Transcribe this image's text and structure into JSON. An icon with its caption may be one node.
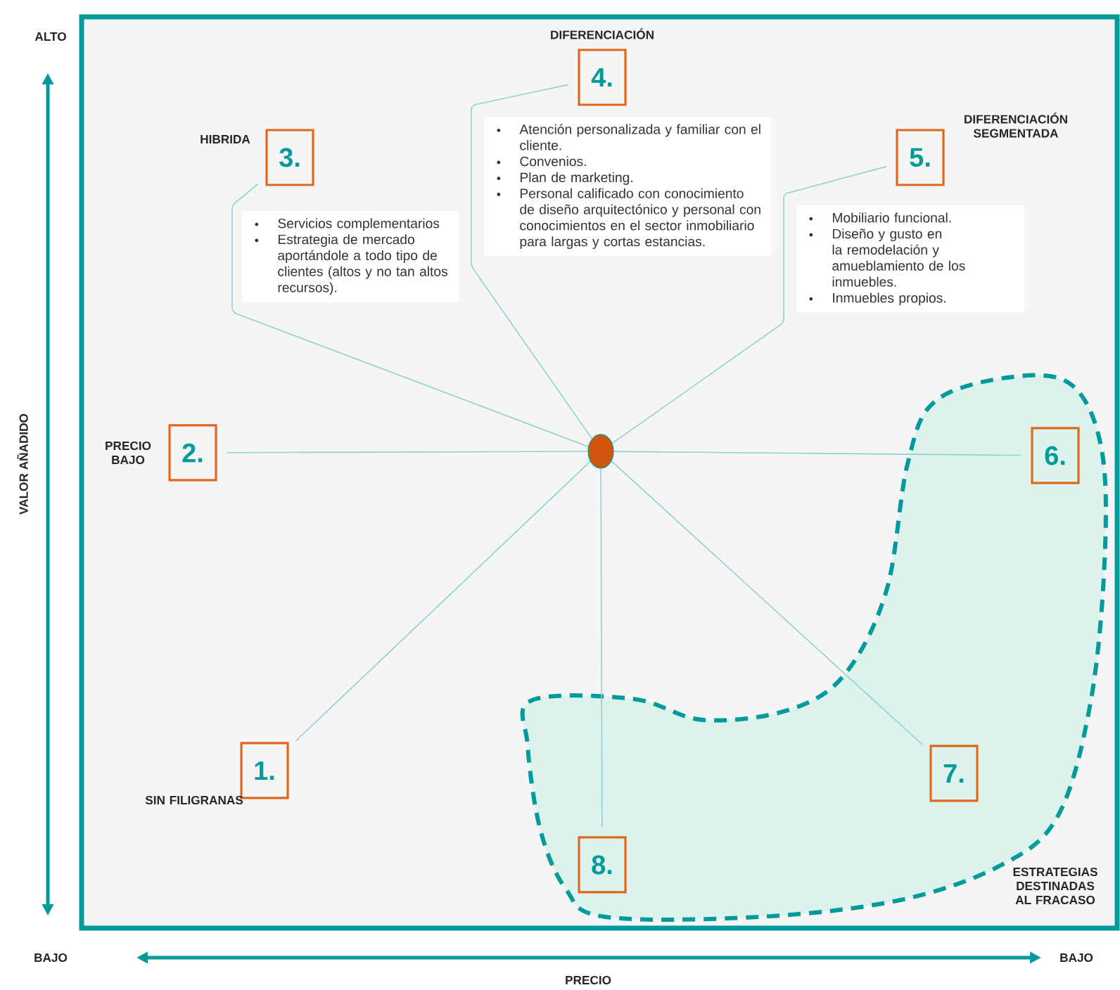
{
  "diagram": {
    "nodes": [
      {
        "text": [
          "1."
        ],
        "beside": [
          "SIN FILIGRANAS"
        ]
      },
      {
        "text": [
          "2."
        ],
        "beside": [
          "PRECIO BAJO"
        ]
      },
      {
        "text": [
          "3."
        ],
        "beside": [
          "HIBRIDA"
        ]
      },
      {
        "text": [
          "4."
        ],
        "beside": [
          "DIFERENCIACIÓN"
        ]
      },
      {
        "text": [
          "5."
        ],
        "beside": [
          "DIFERENCIACIÓN SEGMENTADA"
        ]
      },
      {
        "text": [],
        "shape": "blob",
        "beside": [
          "ESTRATEGIAS DESTINADAS AL FRACASO"
        ]
      },
      {
        "text": [
          "6."
        ],
        "in": 5
      },
      {
        "text": [
          "7."
        ],
        "in": 5
      },
      {
        "text": [
          "8."
        ],
        "in": 5
      },
      {
        "text": [],
        "shape": "circle"
      },
      {
        "text": [
          "Servicios complementarios",
          "Estrategia de mercado aportándole a todo tipo de clientes (altos y no tan altos recursos)."
        ]
      },
      {
        "text": [
          "Atención personalizada y familiar con el cliente.",
          "Convenios.",
          "Plan de marketing.",
          "Personal calificado con conocimiento de diseño arquitectónico y personal con conocimientos en el sector inmobiliario para largas y cortas estancias."
        ]
      },
      {
        "text": [
          "Mobiliario funcional.",
          "Diseño y gusto en la remodelación y amueblamiento de los inmuebles.",
          "Inmuebles propios."
        ]
      }
    ],
    "edges": [
      {
        "from": 9,
        "to": 0,
        "arrow": "none"
      },
      {
        "from": 9,
        "to": 1,
        "arrow": "none"
      },
      {
        "from": 9,
        "to": 2,
        "arrow": "none"
      },
      {
        "from": 9,
        "to": 3,
        "arrow": "none"
      },
      {
        "from": 9,
        "to": 4,
        "arrow": "none"
      },
      {
        "from": 9,
        "to": 6,
        "arrow": "none"
      },
      {
        "from": 9,
        "to": 7,
        "arrow": "none"
      },
      {
        "from": 9,
        "to": 8,
        "arrow": "none"
      }
    ],
    "labels": [
      "ALTO",
      "VALOR AÑADIDO",
      "BAJO",
      "PRECIO",
      "BAJO"
    ]
  }
}
